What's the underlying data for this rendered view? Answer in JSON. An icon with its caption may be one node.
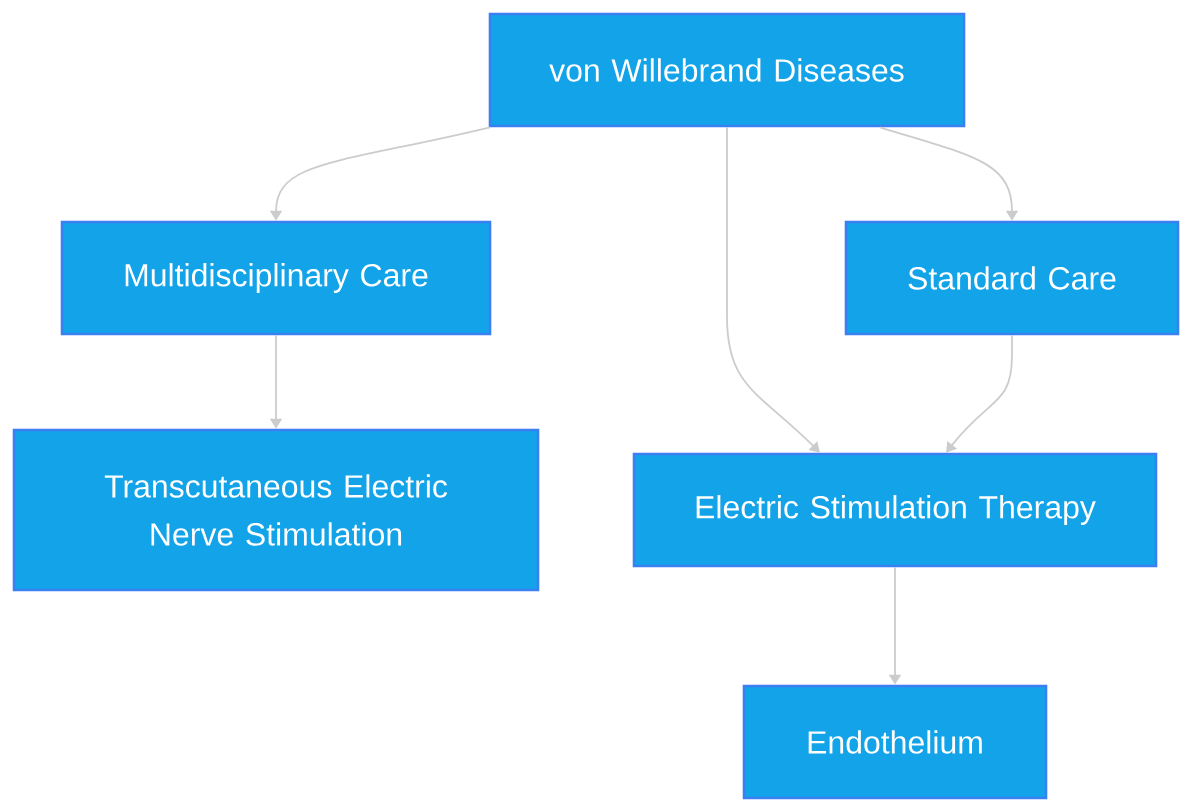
{
  "diagram": {
    "nodes": [
      {
        "text": [
          "von Willebrand Diseases"
        ]
      },
      {
        "text": [
          "Multidisciplinary Care"
        ]
      },
      {
        "text": [
          "Standard Care"
        ]
      },
      {
        "text": [
          "Transcutaneous Electric Nerve Stimulation"
        ]
      },
      {
        "text": [
          "Electric Stimulation Therapy"
        ]
      },
      {
        "text": [
          "Endothelium"
        ]
      }
    ],
    "edges": [
      {
        "from": 0,
        "to": 1,
        "arrow": "to"
      },
      {
        "from": 0,
        "to": 4,
        "arrow": "to"
      },
      {
        "from": 0,
        "to": 2,
        "arrow": "to"
      },
      {
        "from": 1,
        "to": 3,
        "arrow": "to"
      },
      {
        "from": 2,
        "to": 4,
        "arrow": "to"
      },
      {
        "from": 4,
        "to": 5,
        "arrow": "to"
      }
    ]
  }
}
